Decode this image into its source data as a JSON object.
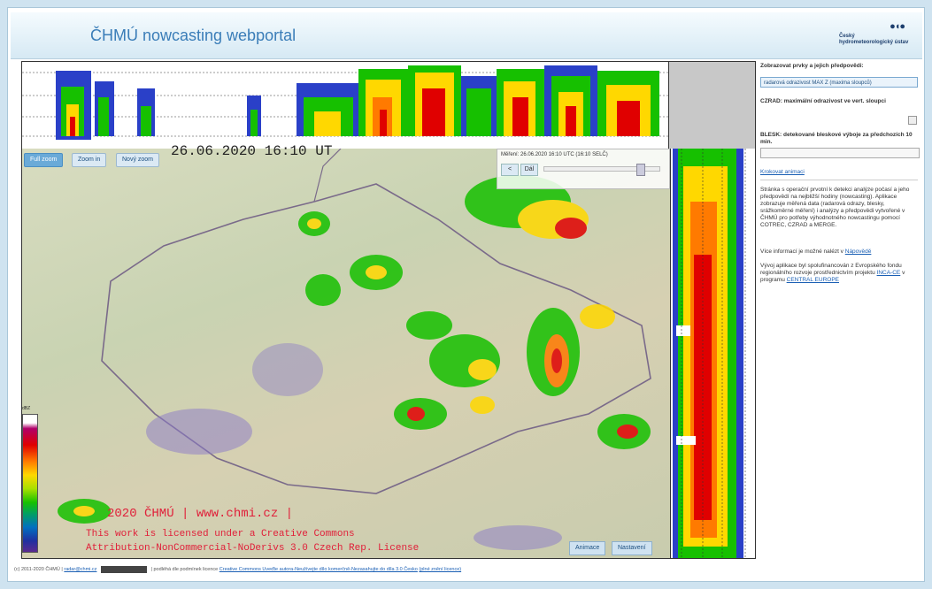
{
  "header": {
    "title": "ČHMÚ nowcasting webportal",
    "logo_dots": "●◖●",
    "logo_text": "Český hydrometeorologický ústav"
  },
  "map": {
    "timestamp": "26.06.2020 16:10 UT",
    "buttons": [
      "Full zoom",
      "Zoom in",
      "Nový zoom"
    ],
    "time_panel": {
      "label": "Měření: 26.06.2020 16:10 UTC (16:10 SELČ)",
      "prev": "<",
      "next": "Dál",
      "slider_position": 0.85
    },
    "legend_unit": "dBZ",
    "copyright": "2020 ČHMÚ | www.chmi.cz |",
    "license_line1": "This work is licensed under a Creative Commons",
    "license_line2": "Attribution-NonCommercial-NoDerivs 3.0 Czech Rep. License",
    "bottom_buttons": [
      "Animace",
      "Nastavení"
    ]
  },
  "sidebar": {
    "layer_heading": "Zobrazovat prvky a jejich předpovědi:",
    "layer_selected": "radarová odrazivost MAX Z (maxima sloupců)",
    "max_heading": "CZRAD: maximální odrazivost ve vert. sloupci",
    "blesk_heading": "BLESK: detekované bleskové výboje za předchozích 10 min.",
    "show_link": "Krokovat animaci",
    "info_text": "Stránka s operační prvotní k detekci analýze počasí a jeho předpovědí na nejbližší hodiny (nowcasting). Aplikace zobrazuje měřená data (radarová odrazy, blesky, srážkoměrné měření) i analýzy a předpovědi vytvořené v ČHMÚ pro potřeby výhodnotného nowcastingu pomocí COTREC, CZRAD a MERGE.",
    "more_info_prefix": "Více informací je možné nalézt v",
    "more_info_link": "Nápovědě",
    "project_text": "Vývoj aplikace byl spolufinancován z Evropského fondu regionálního rozvoje prostřednictvím projektu",
    "project_link": "INCA-CE",
    "project_suffix": "v programu",
    "program_link": "CENTRAL EUROPE"
  },
  "footer": {
    "text_prefix": "(c) 2011-2020 ČHMÚ |",
    "contact_link": "radar@chmi.cz",
    "text_mid": "| podléhá dle podmínek licence",
    "license_link": "Creative Commons Uveďte autora-Neužívejte dílo komerčně-Nezasahujte do díla 3.0 Česko",
    "text_suffix": "(plné znění licence)"
  }
}
